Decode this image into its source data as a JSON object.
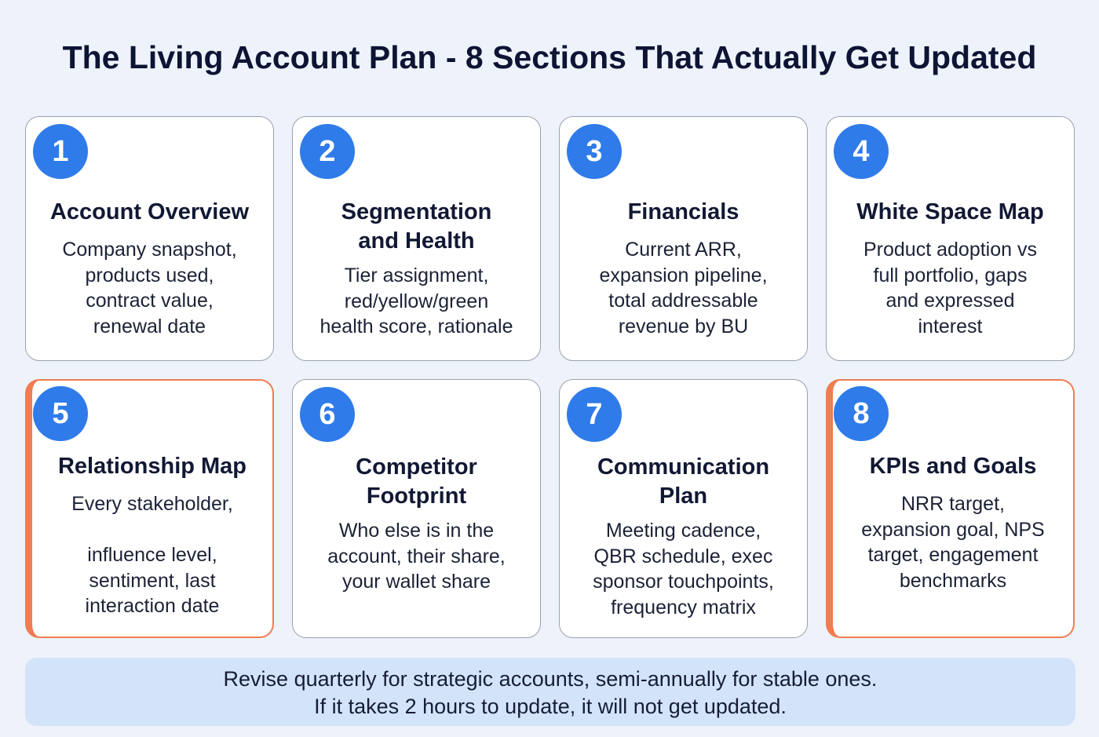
{
  "title": "The Living Account Plan - 8 Sections That Actually Get Updated",
  "colors": {
    "background": "#eef3fb",
    "badge": "#2f7bea",
    "highlight_border": "#f07c52",
    "card_border": "#9aa1ad",
    "footer_bg": "#d3e4fa",
    "text": "#111833"
  },
  "sections": [
    {
      "number": "1",
      "title": "Account Overview",
      "description": "Company snapshot,\nproducts used,\ncontract value,\nrenewal date",
      "highlighted": false
    },
    {
      "number": "2",
      "title": "Segmentation\nand Health",
      "description": "Tier assignment,\nred/yellow/green\nhealth score, rationale",
      "highlighted": false
    },
    {
      "number": "3",
      "title": "Financials",
      "description": "Current ARR,\nexpansion pipeline,\ntotal addressable\nrevenue by BU",
      "highlighted": false
    },
    {
      "number": "4",
      "title": "White Space Map",
      "description": "Product adoption vs\nfull portfolio, gaps\nand expressed\ninterest",
      "highlighted": false
    },
    {
      "number": "5",
      "title": "Relationship Map",
      "description": "Every stakeholder,\n\ninfluence level,\nsentiment, last\ninteraction date",
      "highlighted": true
    },
    {
      "number": "6",
      "title": "Competitor\nFootprint",
      "description": "Who else is in the\naccount, their share,\nyour wallet share",
      "highlighted": false
    },
    {
      "number": "7",
      "title": "Communication\nPlan",
      "description": "Meeting cadence,\nQBR schedule, exec\nsponsor touchpoints,\nfrequency matrix",
      "highlighted": false
    },
    {
      "number": "8",
      "title": "KPIs and Goals",
      "description": "NRR target,\nexpansion goal, NPS\ntarget, engagement\nbenchmarks",
      "highlighted": true
    }
  ],
  "footer": {
    "line1": "Revise quarterly for strategic accounts, semi-annually for stable ones.",
    "line2": "If it takes 2 hours to update, it will not get updated."
  }
}
